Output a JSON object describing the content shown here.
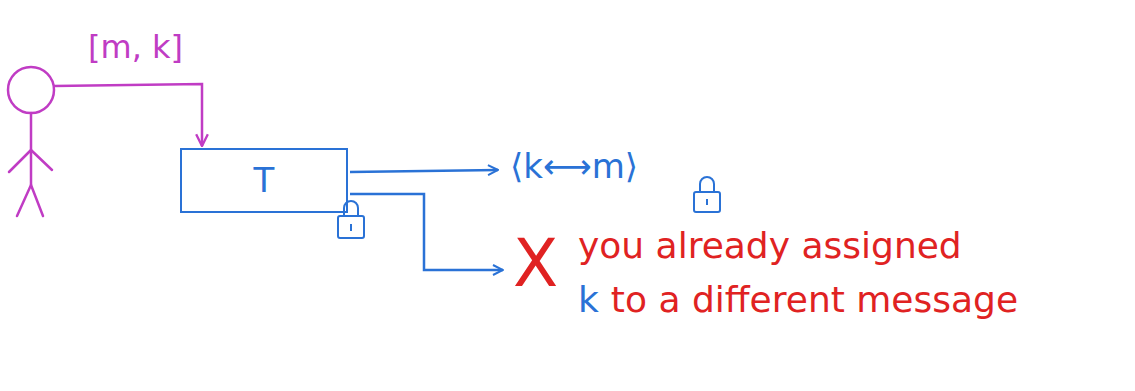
{
  "diagram": {
    "nodes": [
      {
        "text": [
          "T"
        ]
      }
    ],
    "labels": [
      "[m, k]",
      "⟨k⟷m⟩",
      "X",
      "you already assigned",
      "k",
      "to a different message"
    ]
  }
}
